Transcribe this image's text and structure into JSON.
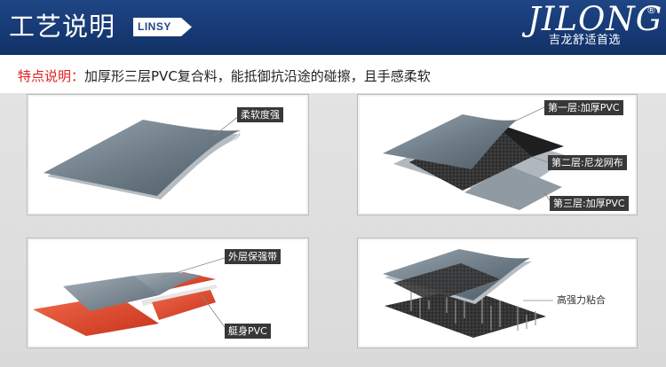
{
  "header": {
    "title": "工艺说明",
    "badge": "LINSY",
    "logo": {
      "wordmark": "JILONG",
      "registered": "®",
      "tagline": "吉龙舒适首选"
    }
  },
  "feature": {
    "label": "特点说明：",
    "text": "加厚形三层PVC复合料，能抵御抗沿途的碰擦，且手感柔软"
  },
  "panels": {
    "soft": {
      "tag": "柔软度强"
    },
    "layers": {
      "layer1": "第一层:加厚PVC",
      "layer2": "第二层:尼龙网布",
      "layer3": "第三层:加厚PVC"
    },
    "band": {
      "outer": "外层保强带",
      "body": "艇身PVC"
    },
    "glue": {
      "label": "高强力粘合"
    }
  },
  "colors": {
    "header": "#1f4584",
    "accent_red": "#e02020",
    "pvc_gray": "#6b7a86",
    "reinforce_red": "#e14b2e"
  }
}
